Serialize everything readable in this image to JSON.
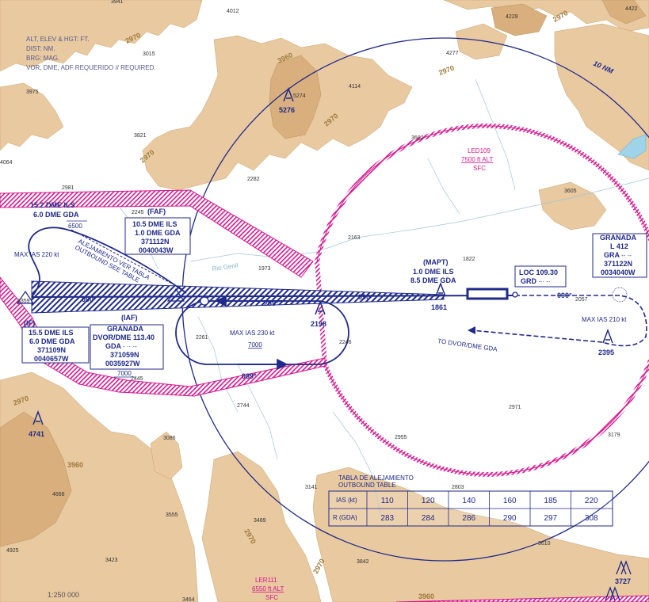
{
  "legend": {
    "line1": "ALT, ELEV & HGT: FT.",
    "line2": "DIST: NM.",
    "line3": "BRG: MAG.",
    "line4": "VOR, DME, ADF REQUERIDO // REQUIRED."
  },
  "scale": "1:250 000",
  "ring_label": "10 NM",
  "contours": {
    "c2970": "2970",
    "c3960": "3960"
  },
  "spot_heights": {
    "h3941": "3941",
    "h4012": "4012",
    "h4229": "4229",
    "h4422": "4422",
    "h3015": "3015",
    "h3975": "3975",
    "h4277": "4277",
    "h4114": "4114",
    "h5274": "5274",
    "h3821": "3821",
    "h3602": "3602",
    "h2282": "2282",
    "h3605": "3605",
    "h4064": "4064",
    "h2981": "2981",
    "h2245": "2245",
    "h2163": "2163",
    "h1973": "1973",
    "h1822": "1822",
    "h3359": "3359",
    "h2057": "2057",
    "h2261": "2261",
    "h2246": "2246",
    "h2744": "2744",
    "h2445": "2445",
    "h2971": "2971",
    "h2955": "2955",
    "h3179": "3179",
    "h3086": "3086",
    "h4666": "4666",
    "h3555": "3555",
    "h3141": "3141",
    "h2803": "2803",
    "h3489": "3489",
    "h3423": "3423",
    "h4925": "4925",
    "h3842": "3842",
    "h3610": "3610",
    "h3464": "3464"
  },
  "obstacles": {
    "o5276": "5276",
    "o1861": "1861",
    "o2198": "2198",
    "o2395": "2395",
    "o4741": "4741",
    "o3727": "3727"
  },
  "zones": {
    "led109": {
      "name": "LED109",
      "alt": "7500 ft ALT",
      "base": "SFC"
    },
    "ler111": {
      "name": "LER111",
      "alt": "6550 ft ALT",
      "base": "SFC"
    }
  },
  "river": "Rio Genil",
  "fixes": {
    "faf": {
      "title": "(FAF)",
      "l1": "10.5 DME ILS",
      "l2": "1.0 DME GDA",
      "l3": "371112N",
      "l4": "0040043W"
    },
    "top": {
      "l1": "15.2 DME ILS",
      "l2": "6.0 DME GDA",
      "alt": "6500"
    },
    "if": {
      "title": "(IF)",
      "l1": "15.5 DME ILS",
      "l2": "6.0 DME GDA",
      "l3": "371109N",
      "l4": "0040657W"
    },
    "iaf": {
      "title": "(IAF)",
      "l1": "GRANADA",
      "l2": "DVOR/DME 113.40",
      "l3": "GDA",
      "l4": "371059N",
      "l5": "0035927W",
      "alt": "7000"
    },
    "mapt": {
      "title": "(MAPT)",
      "l1": "1.0 DME ILS",
      "l2": "8.5 DME GDA"
    },
    "loc": {
      "l1": "LOC 109.30",
      "l2": "GRD"
    },
    "ndb": {
      "l1": "GRANADA",
      "l2": "L 412",
      "l3": "GRA",
      "l4": "371122N",
      "l5": "0034040W"
    }
  },
  "annotations": {
    "max220": "MAX IAS 220 kt",
    "alejamiento": "ALEJAMIENTO VER TABLA",
    "outbound": "OUTBOUND SEE TABLE",
    "max230": "MAX IAS 230 kt",
    "holdalt": "7000",
    "max210": "MAX IAS 210 kt",
    "todvor": "TO DVOR/DME GDA"
  },
  "bearings": {
    "b090a": "090°",
    "b269": "269°",
    "b090b": "090°",
    "b089": "089°",
    "b090c": "090°"
  },
  "outbound_table": {
    "title1": "TABLA DE ALEJAMIENTO",
    "title2": "OUTBOUND TABLE",
    "row1_label": "IAS (kt)",
    "row2_label": "R (GDA)",
    "ias": [
      "110",
      "120",
      "140",
      "160",
      "185",
      "220"
    ],
    "r": [
      "283",
      "284",
      "286",
      "290",
      "297",
      "308"
    ]
  },
  "colors": {
    "terrain": "#e8c9a0",
    "terrain_high": "#d9b07d",
    "procedure": "#1f2a8a",
    "restricted": "#d6178f",
    "water": "#9fd3ea"
  }
}
